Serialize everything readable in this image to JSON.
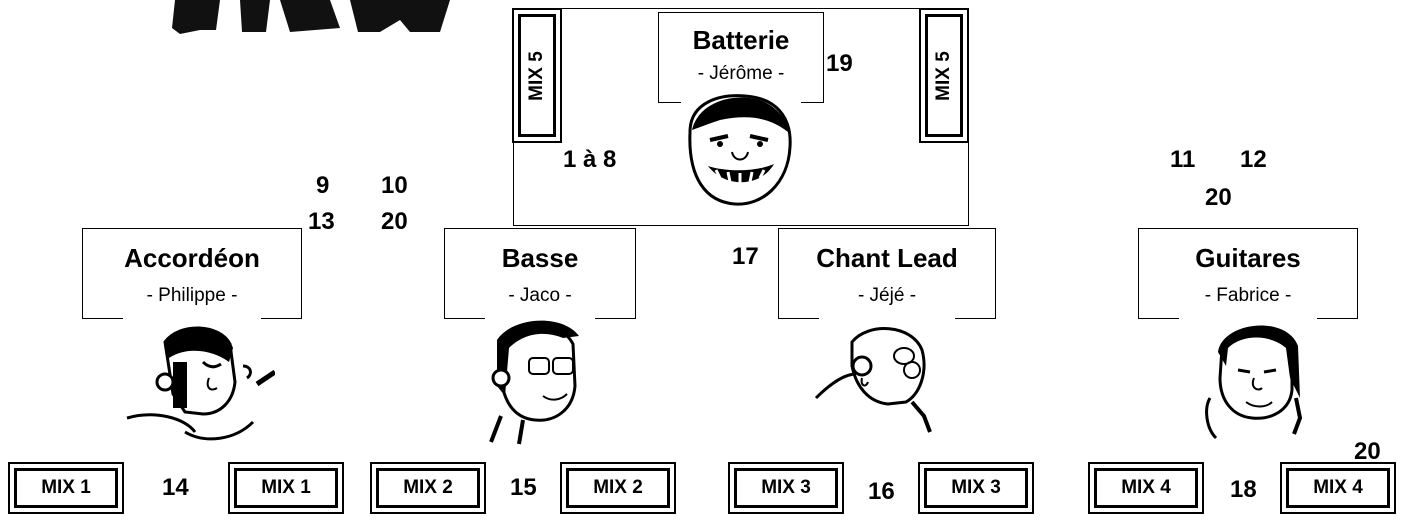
{
  "drummer": {
    "instrument": "Batterie",
    "player": "- Jérôme -",
    "mix_left": "MIX 5",
    "mix_right": "MIX 5",
    "channels": "1 à 8",
    "extra": "19"
  },
  "musicians": [
    {
      "instrument": "Accordéon",
      "player": "- Philippe -"
    },
    {
      "instrument": "Basse",
      "player": "- Jaco -"
    },
    {
      "instrument": "Chant Lead",
      "player": "- Jéjé -"
    },
    {
      "instrument": "Guitares",
      "player": "- Fabrice -"
    }
  ],
  "channel_numbers": {
    "accordeon": [
      "9",
      "10",
      "13",
      "20"
    ],
    "chant": "17",
    "guitares": [
      "11",
      "12",
      "20"
    ],
    "mix4_extra": "20"
  },
  "mixes": [
    {
      "left": "MIX 1",
      "number": "14",
      "right": "MIX 1"
    },
    {
      "left": "MIX 2",
      "number": "15",
      "right": "MIX 2"
    },
    {
      "left": "MIX 3",
      "number": "16",
      "right": "MIX 3"
    },
    {
      "left": "MIX 4",
      "number": "18",
      "right": "MIX 4"
    }
  ],
  "logo_text": "show"
}
